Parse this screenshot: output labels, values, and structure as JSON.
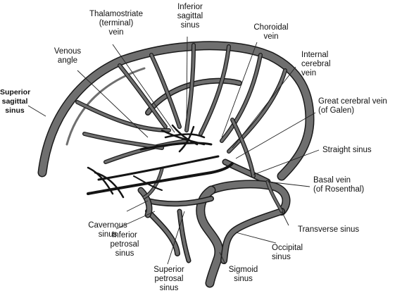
{
  "labels": {
    "thalamostriate": "Thalamostriate\n(terminal)\nvein",
    "inferior_sagittal": "Inferior\nsagittal\nsinus",
    "choroidal": "Choroidal\nvein",
    "venous_angle": "Venous\nangle",
    "internal_cerebral": "Internal\ncerebral\nvein",
    "superior_sagittal": "Superior\nsagittal\nsinus",
    "great_cerebral": "Great cerebral vein\n(of Galen)",
    "straight_sinus": "Straight sinus",
    "basal_vein": "Basal vein\n(of Rosenthal)",
    "cavernous": "Cavernous\nsinus",
    "inferior_petrosal": "Inferior\npetrosal\nsinus",
    "transverse": "Transverse sinus",
    "occipital": "Occipital\nsinus",
    "superior_petrosal": "Superior\npetrosal\nsinus",
    "sigmoid": "Sigmoid\nsinus"
  }
}
